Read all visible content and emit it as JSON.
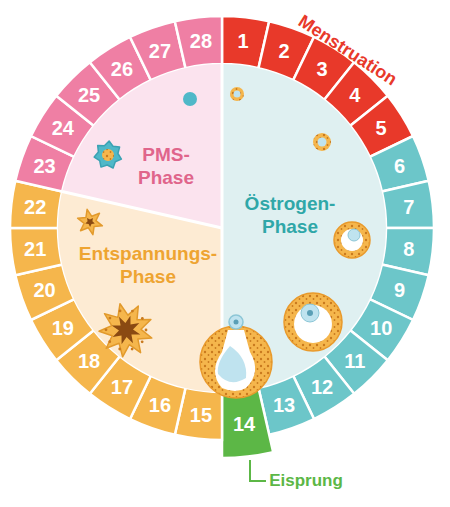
{
  "diagram": {
    "nodes": [
      {
        "text": [
          "1"
        ]
      },
      {
        "text": [
          "2"
        ]
      },
      {
        "text": [
          "3"
        ]
      },
      {
        "text": [
          "4"
        ]
      },
      {
        "text": [
          "5"
        ]
      },
      {
        "text": [
          "6"
        ]
      },
      {
        "text": [
          "7"
        ]
      },
      {
        "text": [
          "8"
        ]
      },
      {
        "text": [
          "9"
        ]
      },
      {
        "text": [
          "10"
        ]
      },
      {
        "text": [
          "11"
        ]
      },
      {
        "text": [
          "12"
        ]
      },
      {
        "text": [
          "13"
        ]
      },
      {
        "text": [
          "14"
        ]
      },
      {
        "text": [
          "15"
        ]
      },
      {
        "text": [
          "16"
        ]
      },
      {
        "text": [
          "17"
        ]
      },
      {
        "text": [
          "18"
        ]
      },
      {
        "text": [
          "19"
        ]
      },
      {
        "text": [
          "20"
        ]
      },
      {
        "text": [
          "21"
        ]
      },
      {
        "text": [
          "22"
        ]
      },
      {
        "text": [
          "23"
        ]
      },
      {
        "text": [
          "24"
        ]
      },
      {
        "text": [
          "25"
        ]
      },
      {
        "text": [
          "26"
        ]
      },
      {
        "text": [
          "27"
        ]
      },
      {
        "text": [
          "28"
        ]
      },
      {
        "text": [
          "PMS- Phase"
        ]
      },
      {
        "text": [
          "Östrogen- Phase"
        ]
      },
      {
        "text": [
          "Entspannungs- Phase"
        ]
      }
    ],
    "labels": [
      "Menstruation",
      "Eisprung"
    ]
  }
}
